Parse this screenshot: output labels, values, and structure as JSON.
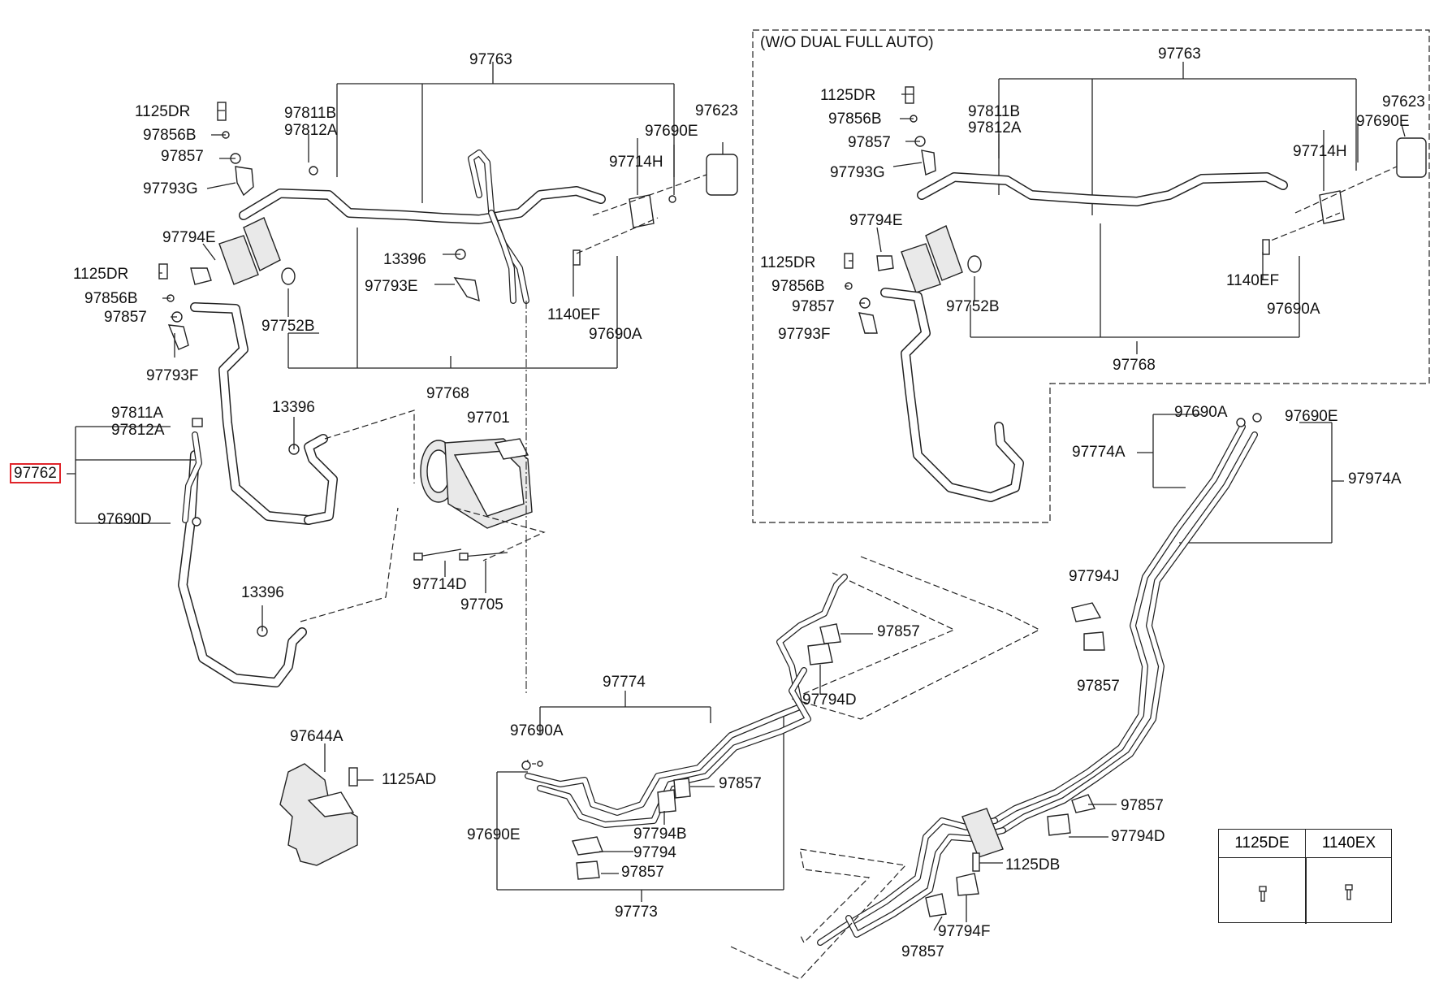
{
  "section_note": "(W/O DUAL FULL AUTO)",
  "highlighted_part": "97762",
  "labels": {
    "l97763_a": "97763",
    "l1125DR_a": "1125DR",
    "l97856B_a": "97856B",
    "l97857_a": "97857",
    "l97793G_a": "97793G",
    "l97811B_a": "97811B",
    "l97812A_a": "97812A",
    "l97690E_a": "97690E",
    "l97623_a": "97623",
    "l97714H_a": "97714H",
    "l97794E_a": "97794E",
    "l1125DR_b": "1125DR",
    "l97856B_b": "97856B",
    "l97857_b": "97857",
    "l97793F_a": "97793F",
    "l13396_a": "13396",
    "l97793E": "97793E",
    "l97752B_a": "97752B",
    "l1140EF_a": "1140EF",
    "l97690A_a": "97690A",
    "l97768_a": "97768",
    "l97811A": "97811A",
    "l97812A_b": "97812A",
    "l97690D": "97690D",
    "l13396_b": "13396",
    "l97701": "97701",
    "l97714D": "97714D",
    "l97705": "97705",
    "l13396_c": "13396",
    "l97763_b": "97763",
    "l1125DR_c": "1125DR",
    "l97856B_c": "97856B",
    "l97857_c": "97857",
    "l97793G_b": "97793G",
    "l97811B_b": "97811B",
    "l97812A_c": "97812A",
    "l97690E_b": "97690E",
    "l97623_b": "97623",
    "l97714H_b": "97714H",
    "l97794E_b": "97794E",
    "l1125DR_d": "1125DR",
    "l97856B_d": "97856B",
    "l97857_d": "97857",
    "l97793F_b": "97793F",
    "l97752B_b": "97752B",
    "l1140EF_b": "1140EF",
    "l97690A_b": "97690A",
    "l97768_b": "97768",
    "l97690A_c": "97690A",
    "l97690E_c": "97690E",
    "l97774A": "97774A",
    "l97974A": "97974A",
    "l97794J": "97794J",
    "l97857_e": "97857",
    "l97857_f": "97857",
    "l97794D_a": "97794D",
    "l97774": "97774",
    "l97690A_d": "97690A",
    "l97690E_d": "97690E",
    "l97857_g": "97857",
    "l97794B": "97794B",
    "l97794": "97794",
    "l97857_h": "97857",
    "l97773": "97773",
    "l97644A": "97644A",
    "l1125AD": "1125AD",
    "l97857_i": "97857",
    "l97794D_b": "97794D",
    "l1125DB": "1125DB",
    "l97794F": "97794F",
    "l97857_j": "97857"
  },
  "parts_table": {
    "col1": "1125DE",
    "col2": "1140EX"
  },
  "icons": [
    "bolt-icon",
    "bolt-icon"
  ]
}
